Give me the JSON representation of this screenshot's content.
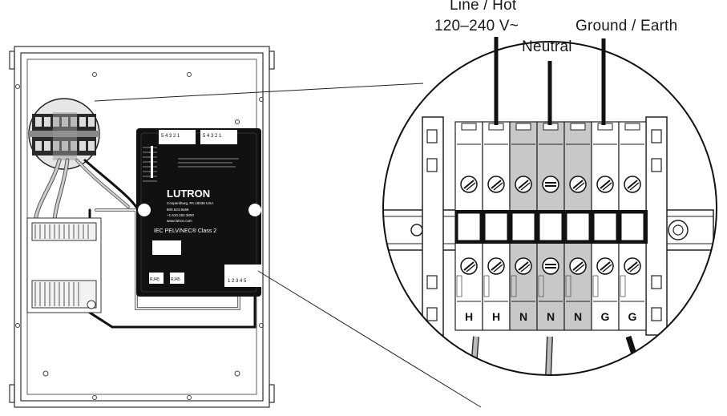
{
  "labels": {
    "line_hot": "Line / Hot",
    "voltage": "120–240 V~",
    "neutral": "Neutral",
    "ground": "Ground / Earth"
  },
  "device": {
    "brand": "LUTRON",
    "addr1": "Coopersburg, PA  18036  USA",
    "phone1": "800.523.9466",
    "phone2": "+1.610.282.3800",
    "web": "www.lutron.com",
    "cert": "IEC PELV/NEC® Class 2",
    "rj45_a": "RJ45",
    "rj45_b": "RJ45",
    "top_nums_a": "5 4 3 2 1",
    "top_nums_b": "5 4 3 2 1",
    "bottom_nums": "1 2 3 4 5"
  },
  "terminals": [
    "H",
    "H",
    "N",
    "N",
    "N",
    "G",
    "G"
  ],
  "colors": {
    "line": "#1a1a1a",
    "neutral_fill": "#c8c8c8",
    "panel": "#ffffff",
    "device": "#111111"
  }
}
